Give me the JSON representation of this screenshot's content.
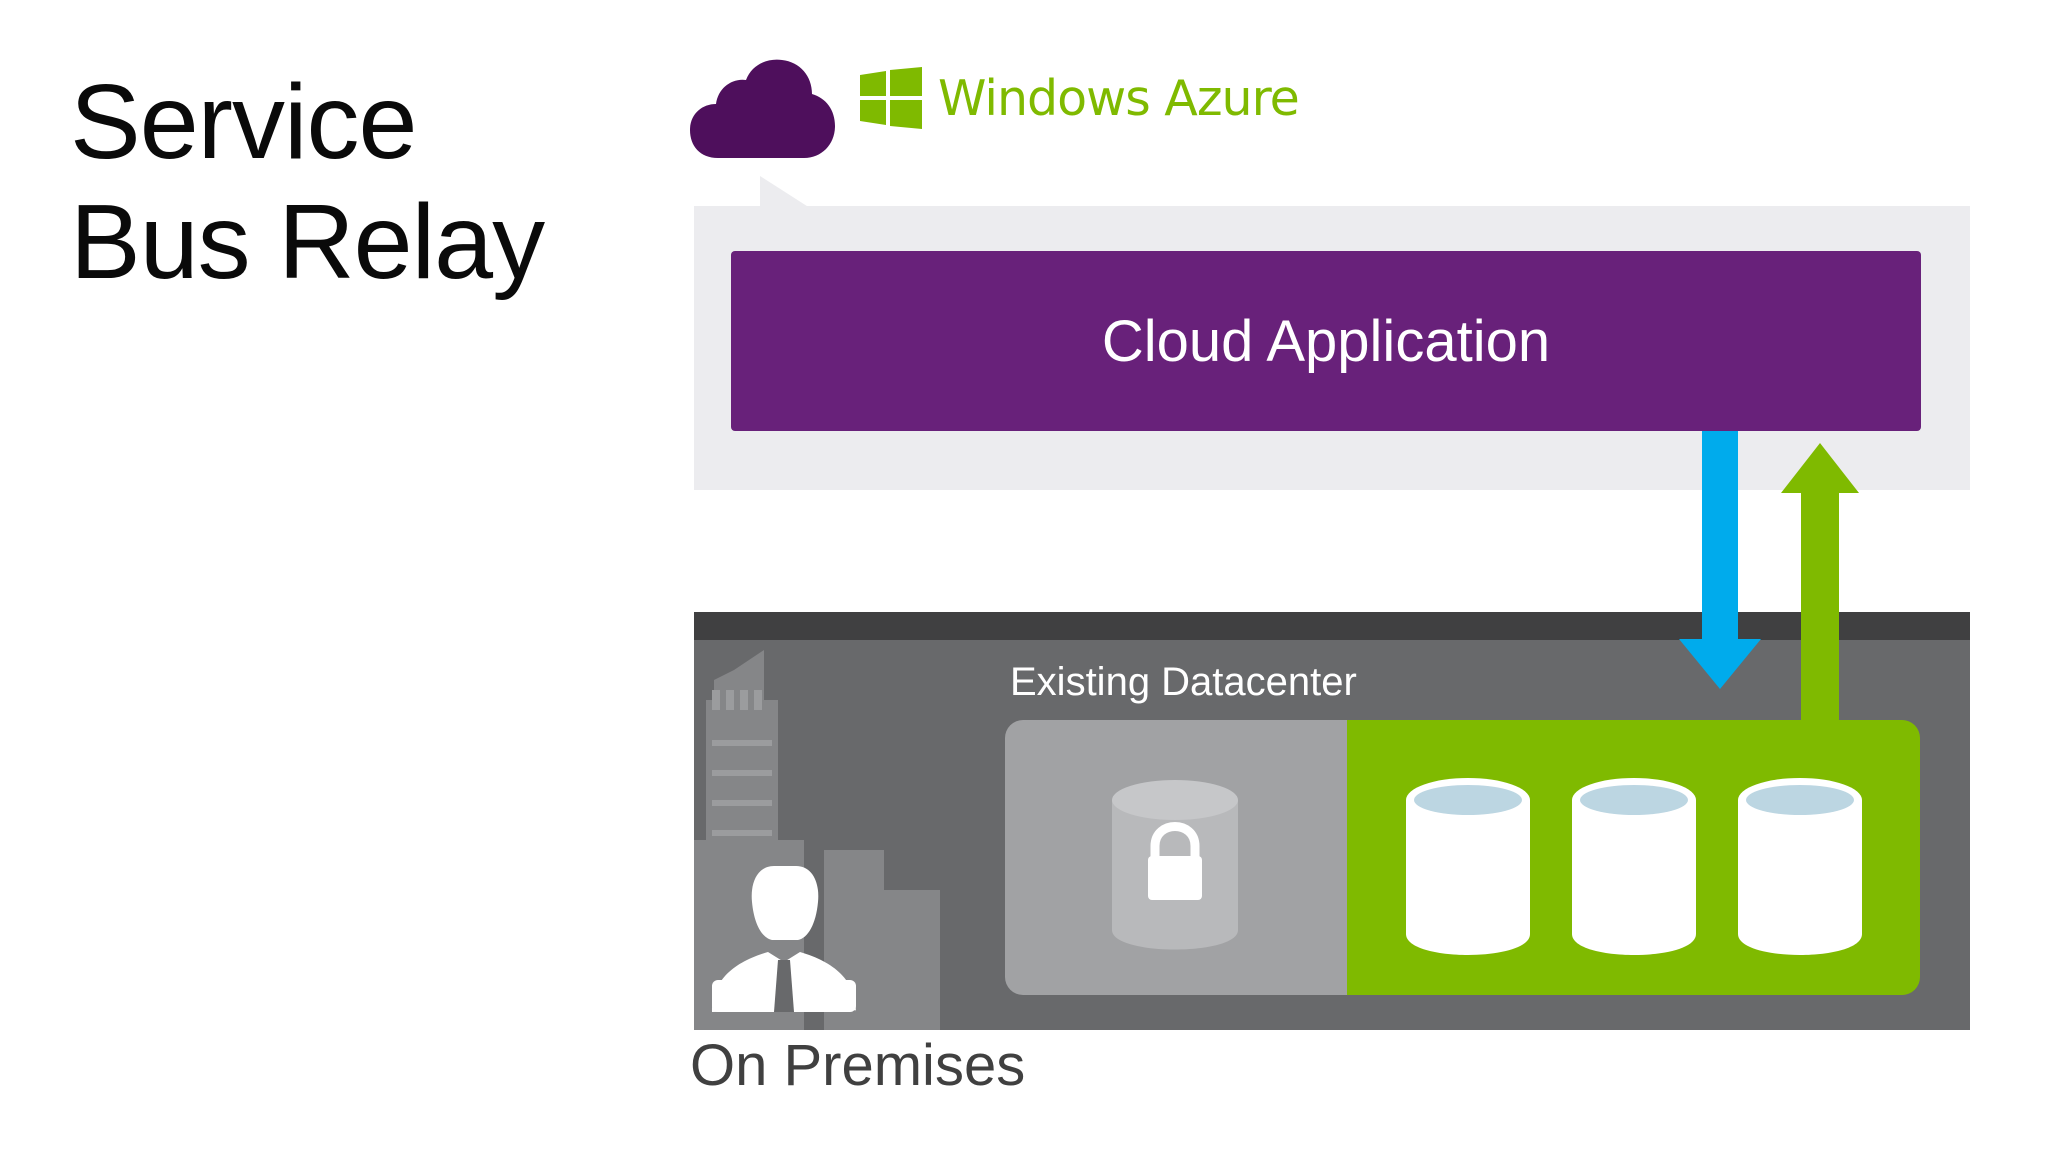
{
  "title": {
    "line1": "Service",
    "line2": "Bus Relay"
  },
  "azure": {
    "brand": "Windows Azure"
  },
  "cloud_app": {
    "label": "Cloud Application"
  },
  "datacenter": {
    "label": "Existing Datacenter"
  },
  "on_premises": {
    "label": "On Premises"
  },
  "colors": {
    "cloud_purple": "#68217a",
    "azure_green": "#7fba00",
    "relay_down_blue": "#00abec",
    "relay_up_green": "#7fba00",
    "datacenter_gray": "#68696b"
  },
  "icons": [
    "cloud-icon",
    "windows-logo-icon",
    "building-icon",
    "person-icon",
    "locked-database-icon",
    "database-icon",
    "arrow-down-icon",
    "arrow-up-icon"
  ]
}
